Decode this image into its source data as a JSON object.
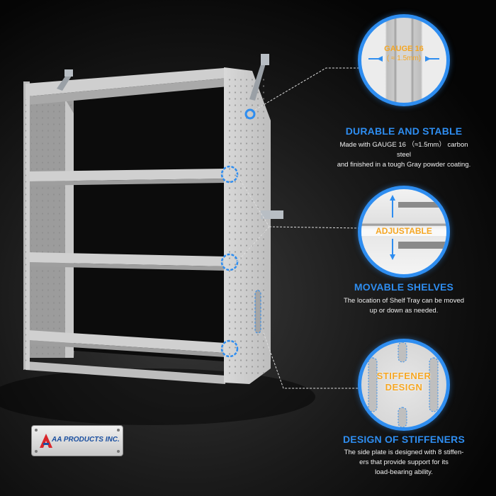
{
  "brand": {
    "name": "AA PRODUCTS INC."
  },
  "colors": {
    "accent": "#2e8df0",
    "highlight": "#f5a623",
    "background": "#111111"
  },
  "callouts": [
    {
      "label_line1": "GAUGE 16",
      "label_line2": "( ≈ 1.5mm)"
    },
    {
      "label": "ADJUSTABLE"
    },
    {
      "label_line1": "STIFFENER",
      "label_line2": "DESIGN"
    }
  ],
  "features": [
    {
      "title": "DURABLE AND STABLE",
      "desc_line1": "Made with GAUGE 16 （≈1.5mm） carbon steel",
      "desc_line2": "and finished in a tough Gray powder coating."
    },
    {
      "title": "MOVABLE SHELVES",
      "desc_line1": "The location of Shelf Tray can be moved",
      "desc_line2": "up or down as needed."
    },
    {
      "title": "DESIGN OF STIFFENERS",
      "desc_line1": "The side plate is designed with 8 stiffen-",
      "desc_line2": "ers that provide support for its",
      "desc_line3": "load-bearing ability."
    }
  ]
}
